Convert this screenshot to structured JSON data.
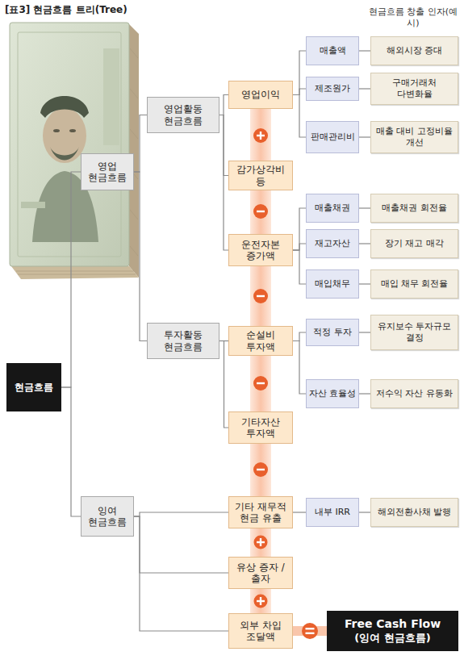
{
  "diagram": {
    "title": "[표3] 현금흐름 트리(Tree)",
    "nodes": [
      {
        "text": [
          "현금흐름"
        ]
      },
      {
        "text": [
          "영업 현금흐름"
        ]
      },
      {
        "text": [
          "영업활동 현금흐름"
        ]
      },
      {
        "text": [
          "영업이익"
        ]
      },
      {
        "text": [
          "매출액"
        ]
      },
      {
        "text": [
          "해외시장 증대"
        ]
      },
      {
        "text": [
          "제조원가"
        ]
      },
      {
        "text": [
          "구매거래처 다변화율"
        ]
      },
      {
        "text": [
          "판매관리비"
        ]
      },
      {
        "text": [
          "매출 대비 고정비율 개선"
        ]
      },
      {
        "text": [
          "감가상각비 등"
        ]
      },
      {
        "text": [
          "운전자본 증가액"
        ]
      },
      {
        "text": [
          "매출채권"
        ]
      },
      {
        "text": [
          "매출채권 회전율"
        ]
      },
      {
        "text": [
          "재고자산"
        ]
      },
      {
        "text": [
          "장기 재고 매각"
        ]
      },
      {
        "text": [
          "매입채무"
        ]
      },
      {
        "text": [
          "매입 채무 회전율"
        ]
      },
      {
        "text": [
          "투자활동 현금흐름"
        ]
      },
      {
        "text": [
          "순설비 투자액"
        ]
      },
      {
        "text": [
          "적정 투자"
        ]
      },
      {
        "text": [
          "유지보수 투자규모 결정"
        ]
      },
      {
        "text": [
          "자산 효율성"
        ]
      },
      {
        "text": [
          "저수익 자산 유동화"
        ]
      },
      {
        "text": [
          "기타자산 투자액"
        ]
      },
      {
        "text": [
          "잉여 현금흐름"
        ]
      },
      {
        "text": [
          "기타 재무적 현금 유출"
        ]
      },
      {
        "text": [
          "내부 IRR"
        ]
      },
      {
        "text": [
          "해외전환사채 발행"
        ]
      },
      {
        "text": [
          "유상 증자 / 출자"
        ]
      },
      {
        "text": [
          "외부 차입 조달액"
        ]
      },
      {
        "text": [
          "Free Cash Flow",
          "(잉여 현금흐름)"
        ]
      }
    ],
    "edges": [
      {
        "from": 0,
        "to": 1,
        "arrow": "none"
      },
      {
        "from": 0,
        "to": 25,
        "arrow": "none"
      },
      {
        "from": 1,
        "to": 2,
        "arrow": "none"
      },
      {
        "from": 1,
        "to": 18,
        "arrow": "none"
      },
      {
        "from": 2,
        "to": 3,
        "arrow": "none"
      },
      {
        "from": 2,
        "to": 10,
        "arrow": "none"
      },
      {
        "from": 2,
        "to": 11,
        "arrow": "none"
      },
      {
        "from": 3,
        "to": 4,
        "arrow": "none"
      },
      {
        "from": 3,
        "to": 6,
        "arrow": "none"
      },
      {
        "from": 3,
        "to": 8,
        "arrow": "none"
      },
      {
        "from": 4,
        "to": 5,
        "arrow": "none"
      },
      {
        "from": 6,
        "to": 7,
        "arrow": "none"
      },
      {
        "from": 8,
        "to": 9,
        "arrow": "none"
      },
      {
        "from": 11,
        "to": 12,
        "arrow": "none"
      },
      {
        "from": 11,
        "to": 14,
        "arrow": "none"
      },
      {
        "from": 11,
        "to": 16,
        "arrow": "none"
      },
      {
        "from": 12,
        "to": 13,
        "arrow": "none"
      },
      {
        "from": 14,
        "to": 15,
        "arrow": "none"
      },
      {
        "from": 16,
        "to": 17,
        "arrow": "none"
      },
      {
        "from": 18,
        "to": 19,
        "arrow": "none"
      },
      {
        "from": 18,
        "to": 24,
        "arrow": "none"
      },
      {
        "from": 19,
        "to": 20,
        "arrow": "none"
      },
      {
        "from": 19,
        "to": 22,
        "arrow": "none"
      },
      {
        "from": 20,
        "to": 21,
        "arrow": "none"
      },
      {
        "from": 22,
        "to": 23,
        "arrow": "none"
      },
      {
        "from": 25,
        "to": 26,
        "arrow": "none"
      },
      {
        "from": 25,
        "to": 29,
        "arrow": "none"
      },
      {
        "from": 25,
        "to": 30,
        "arrow": "none"
      },
      {
        "from": 26,
        "to": 27,
        "arrow": "none"
      },
      {
        "from": 27,
        "to": 28,
        "arrow": "none"
      },
      {
        "from": 30,
        "to": 31,
        "arrow": "none"
      }
    ],
    "labels": [
      "현금흐름 창출 인자(예시)"
    ]
  }
}
